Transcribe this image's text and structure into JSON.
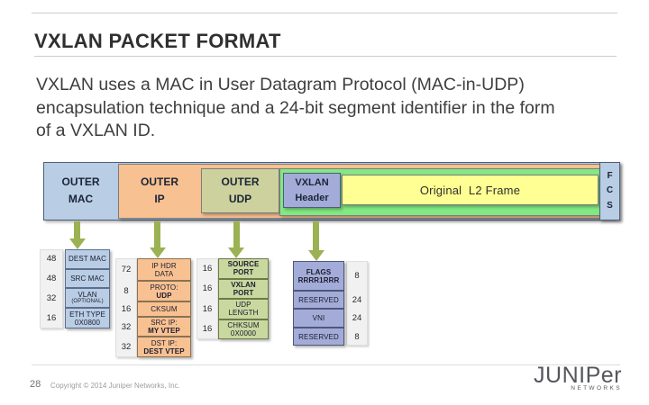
{
  "slide": {
    "title": "VXLAN PACKET FORMAT",
    "body_lines": [
      "VXLAN uses a MAC in User Datagram Protocol (MAC-in-UDP)",
      "encapsulation technique and a 24-bit segment identifier in the form",
      "of a VXLAN ID."
    ],
    "page_number": "28",
    "copyright": "Copyright © 2014 Juniper Networks, Inc.",
    "logo": {
      "brand": "JUNIPer",
      "sub": "NETWORKS"
    }
  },
  "packet_bar": {
    "outer_mac": {
      "l1": "OUTER",
      "l2": "MAC"
    },
    "outer_ip": {
      "l1": "OUTER",
      "l2": "IP"
    },
    "outer_udp": {
      "l1": "OUTER",
      "l2": "UDP"
    },
    "vxlan_header": {
      "l1": "VXLAN",
      "l2": "Header"
    },
    "l2_frame": "Original  L2 Frame",
    "fcs": [
      "F",
      "C",
      "S"
    ]
  },
  "colors": {
    "outer_mac_blue": "#b9cde5",
    "outer_ip_peach": "#f8c191",
    "outer_udp_olive": "#cdd19d",
    "vxlan_green": "#82e982",
    "vxlan_header_periwinkle": "#a3acd8",
    "l2_frame_yellow": "#ffff93",
    "arrow_olive": "#9ab253",
    "fcs_blue": "#b9cde5"
  },
  "field_columns": [
    {
      "name": "outer-mac-fields",
      "rows": [
        {
          "bits": "48",
          "lines": [
            {
              "t": "DEST MAC"
            }
          ]
        },
        {
          "bits": "48",
          "lines": [
            {
              "t": "SRC MAC"
            }
          ]
        },
        {
          "bits": "32",
          "lines": [
            {
              "t": "VLAN"
            },
            {
              "t": "(OPTIONAL)",
              "small": true
            }
          ]
        },
        {
          "bits": "16",
          "lines": [
            {
              "t": "ETH TYPE"
            },
            {
              "t": "0X0800"
            }
          ]
        }
      ]
    },
    {
      "name": "outer-ip-fields",
      "rows": [
        {
          "bits": "72",
          "lines": [
            {
              "t": "IP HDR"
            },
            {
              "t": "DATA"
            }
          ]
        },
        {
          "bits": "8",
          "lines": [
            {
              "t": "PROTO:"
            },
            {
              "t": "UDP",
              "b": true
            }
          ]
        },
        {
          "bits": "16",
          "lines": [
            {
              "t": "CKSUM"
            }
          ]
        },
        {
          "bits": "32",
          "lines": [
            {
              "t": "SRC IP:"
            },
            {
              "t": "MY VTEP",
              "b": true
            }
          ]
        },
        {
          "bits": "32",
          "lines": [
            {
              "t": "DST IP:"
            },
            {
              "t": "DEST VTEP",
              "b": true
            }
          ]
        }
      ]
    },
    {
      "name": "outer-udp-fields",
      "rows": [
        {
          "bits": "16",
          "lines": [
            {
              "t": "SOURCE",
              "b": true
            },
            {
              "t": "PORT",
              "b": true
            }
          ]
        },
        {
          "bits": "16",
          "lines": [
            {
              "t": "VXLAN",
              "b": true
            },
            {
              "t": "PORT",
              "b": true
            }
          ]
        },
        {
          "bits": "16",
          "lines": [
            {
              "t": "UDP"
            },
            {
              "t": "LENGTH"
            }
          ]
        },
        {
          "bits": "16",
          "lines": [
            {
              "t": "CHKSUM"
            },
            {
              "t": "0X0000"
            }
          ]
        }
      ]
    },
    {
      "name": "vxlan-header-fields",
      "rows": [
        {
          "bits": "8",
          "lines": [
            {
              "t": "FLAGS",
              "b": true
            },
            {
              "t": "RRRR1RRR",
              "b": true
            }
          ]
        },
        {
          "bits": "24",
          "lines": [
            {
              "t": "RESERVED"
            }
          ]
        },
        {
          "bits": "24",
          "lines": [
            {
              "t": "VNI"
            }
          ]
        },
        {
          "bits": "8",
          "lines": [
            {
              "t": "RESERVED"
            }
          ]
        }
      ]
    }
  ]
}
